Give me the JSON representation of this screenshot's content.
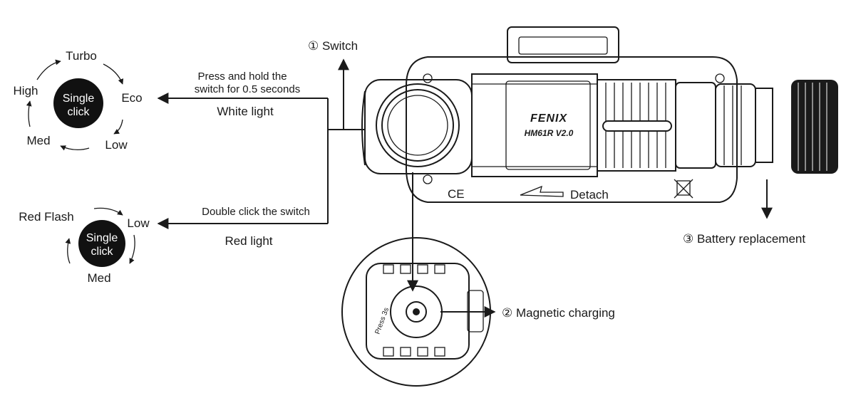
{
  "callouts": {
    "switch": "① Switch",
    "magnetic_charging": "② Magnetic charging",
    "battery_replacement": "③ Battery replacement"
  },
  "white_light": {
    "instruction_line1": "Press and hold the",
    "instruction_line2": "switch for 0.5 seconds",
    "caption": "White light",
    "center_line1": "Single",
    "center_line2": "click",
    "modes": [
      "Turbo",
      "Eco",
      "Low",
      "Med",
      "High"
    ]
  },
  "red_light": {
    "instruction": "Double click the switch",
    "caption": "Red light",
    "center_line1": "Single",
    "center_line2": "click",
    "modes": [
      "Red Flash",
      "Low",
      "Med"
    ]
  },
  "device": {
    "brand": "FENIX",
    "model": "HM61R V2.0",
    "detach_label": "Detach",
    "ce_mark": "CE",
    "press_label": "Press 3s"
  },
  "colors": {
    "line": "#1a1a1a",
    "circle_fill": "#111111",
    "background": "#ffffff"
  }
}
